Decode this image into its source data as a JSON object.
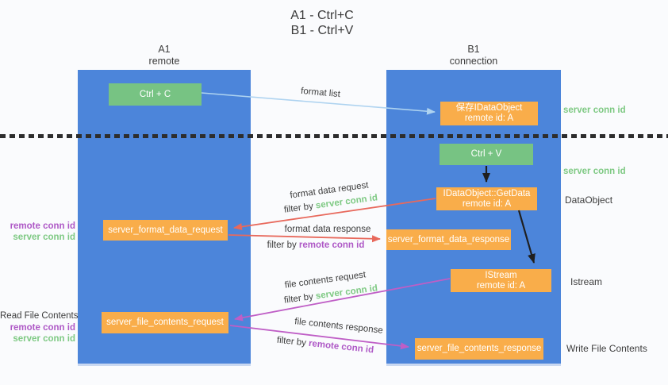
{
  "title": {
    "line1": "A1 - Ctrl+C",
    "line2": "B1 - Ctrl+V"
  },
  "lanes": {
    "a": {
      "title": "A1",
      "subtitle": "remote"
    },
    "b": {
      "title": "B1",
      "subtitle": "connection"
    }
  },
  "nodes": {
    "ctrl_c": {
      "label": "Ctrl + C"
    },
    "ctrl_v": {
      "label": "Ctrl + V"
    },
    "save_dataobject": {
      "line1": "保存IDataObject",
      "line2": "remote id: A"
    },
    "getdata": {
      "line1": "IDataObject::GetData",
      "line2": "remote id: A"
    },
    "format_request": {
      "label": "server_format_data_request"
    },
    "format_response": {
      "label": "server_format_data_response"
    },
    "istream": {
      "line1": "IStream",
      "line2": "remote id: A"
    },
    "file_request": {
      "label": "server_file_contents_request"
    },
    "file_response": {
      "label": "server_file_contents_response"
    }
  },
  "annotations": {
    "server_conn_id_top": "server conn id",
    "server_conn_id_mid": "server conn id",
    "dataobject": "DataObject",
    "istream": "Istream",
    "write_file_contents": "Write File Contents",
    "read_file_contents": "Read File Contents",
    "format_remote_conn_id": "remote conn id",
    "format_server_conn_id": "server conn id",
    "file_remote_conn_id": "remote conn id",
    "file_server_conn_id": "server conn id"
  },
  "edge_labels": {
    "format_list": "format list",
    "format_data_request": "format data request",
    "format_data_response": "format data response",
    "file_contents_request": "file contents request",
    "file_contents_response": "file contents response",
    "filter_by": "filter by ",
    "server_conn_id": "server conn id",
    "remote_conn_id": "remote conn id"
  },
  "colors": {
    "lane_blue": "#4c85da",
    "node_green": "#77c383",
    "node_orange": "#f9ad4a",
    "accent_green": "#7ec983",
    "accent_purple": "#ae58c6",
    "arrow_red": "#e8695c",
    "arrow_purple": "#bf5ec6",
    "arrow_blue": "#aed3f0",
    "arrow_black": "#1f1f1f",
    "text_dark": "#3d3d3d"
  }
}
